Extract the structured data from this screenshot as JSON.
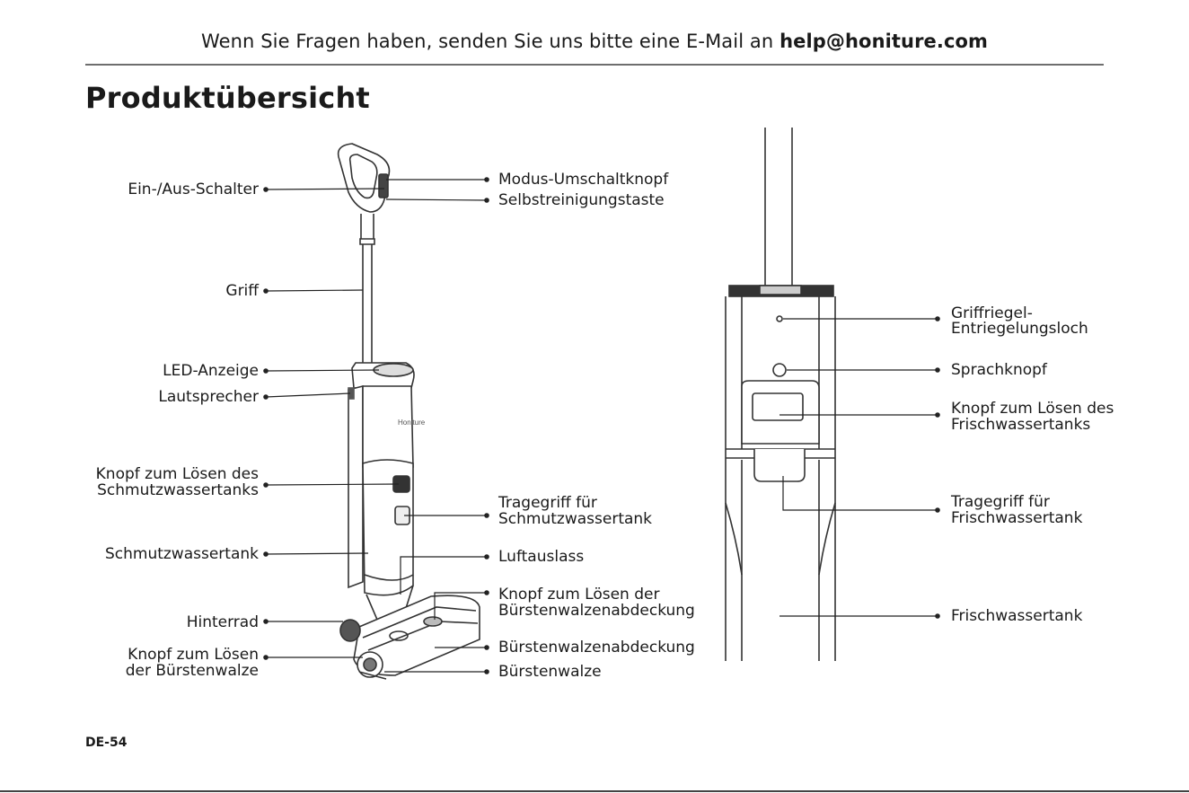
{
  "header": {
    "contact_text": "Wenn Sie Fragen haben, senden Sie uns bitte eine E-Mail an",
    "email": "help@honiture.com"
  },
  "title": "Produktübersicht",
  "left_labels": {
    "power_switch": "Ein-/Aus-Schalter",
    "handle": "Griff",
    "led": "LED-Anzeige",
    "speaker": "Lautsprecher",
    "dirty_release_1": "Knopf zum Lösen des",
    "dirty_release_2": "Schmutzwassertanks",
    "dirty_tank": "Schmutzwassertank",
    "rear_wheel": "Hinterrad",
    "roller_release_1": "Knopf zum Lösen",
    "roller_release_2": "der Bürstenwalze"
  },
  "middle_labels": {
    "mode_button": "Modus-Umschaltknopf",
    "self_clean": "Selbstreinigungstaste",
    "carry_handle_1": "Tragegriff für",
    "carry_handle_2": "Schmutzwassertank",
    "air_outlet": "Luftauslass",
    "cover_release_1": "Knopf zum Lösen der",
    "cover_release_2": "Bürstenwalzenabdeckung",
    "roller_cover": "Bürstenwalzenabdeckung",
    "roller": "Bürstenwalze"
  },
  "right_labels": {
    "latch_hole_1": "Griffriegel-",
    "latch_hole_2": "Entriegelungsloch",
    "voice_button": "Sprachknopf",
    "fresh_release_1": "Knopf zum Lösen des",
    "fresh_release_2": "Frischwassertanks",
    "fresh_handle_1": "Tragegriff für",
    "fresh_handle_2": "Frischwassertank",
    "fresh_tank": "Frischwassertank"
  },
  "device_brand": "Honiture",
  "footer": {
    "page_number": "DE-54"
  }
}
